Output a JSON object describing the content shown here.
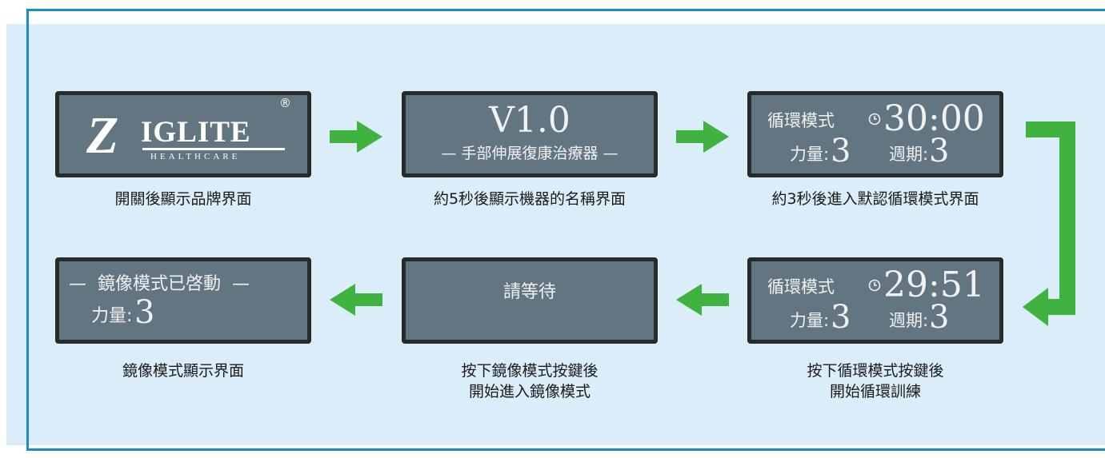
{
  "colors": {
    "frame": "#1b8ad4",
    "panel_background": "#dbedf8",
    "screen_background": "#627581",
    "screen_border": "#2a2a2a",
    "arrow": "#3fb23f"
  },
  "screens": {
    "brand": {
      "logo_text": "ZIGLITE",
      "logo_subtext": "HEALTHCARE",
      "registered_mark": "®",
      "caption": "開關後顯示品牌界面"
    },
    "device_name": {
      "version": "V1.0",
      "name_line": "— 手部伸展復康治療器 —",
      "caption": "約5秒後顯示機器的名稱界面"
    },
    "cycle_default": {
      "mode_label": "循環模式",
      "clock_icon": "clock-icon",
      "timer": "30:00",
      "power_label": "力量:",
      "power_value": "3",
      "cycle_label": "週期:",
      "cycle_value": "3",
      "caption": "約3秒後進入默認循環模式界面"
    },
    "cycle_running": {
      "mode_label": "循環模式",
      "clock_icon": "clock-icon",
      "timer": "29:51",
      "power_label": "力量:",
      "power_value": "3",
      "cycle_label": "週期:",
      "cycle_value": "3",
      "caption_line1": "按下循環模式按鍵後",
      "caption_line2": "開始循環訓練"
    },
    "wait": {
      "text": "請等待",
      "caption_line1": "按下鏡像模式按鍵後",
      "caption_line2": "開始進入鏡像模式"
    },
    "mirror": {
      "title": "—  鏡像模式已啓動  —",
      "power_label": "力量:",
      "power_value": "3",
      "caption": "鏡像模式顯示界面"
    }
  },
  "arrows": [
    {
      "from": "brand",
      "to": "device_name",
      "direction": "right"
    },
    {
      "from": "device_name",
      "to": "cycle_default",
      "direction": "right"
    },
    {
      "from": "cycle_default",
      "to": "cycle_running",
      "direction": "down-elbow"
    },
    {
      "from": "cycle_running",
      "to": "wait",
      "direction": "left"
    },
    {
      "from": "wait",
      "to": "mirror",
      "direction": "left"
    }
  ]
}
